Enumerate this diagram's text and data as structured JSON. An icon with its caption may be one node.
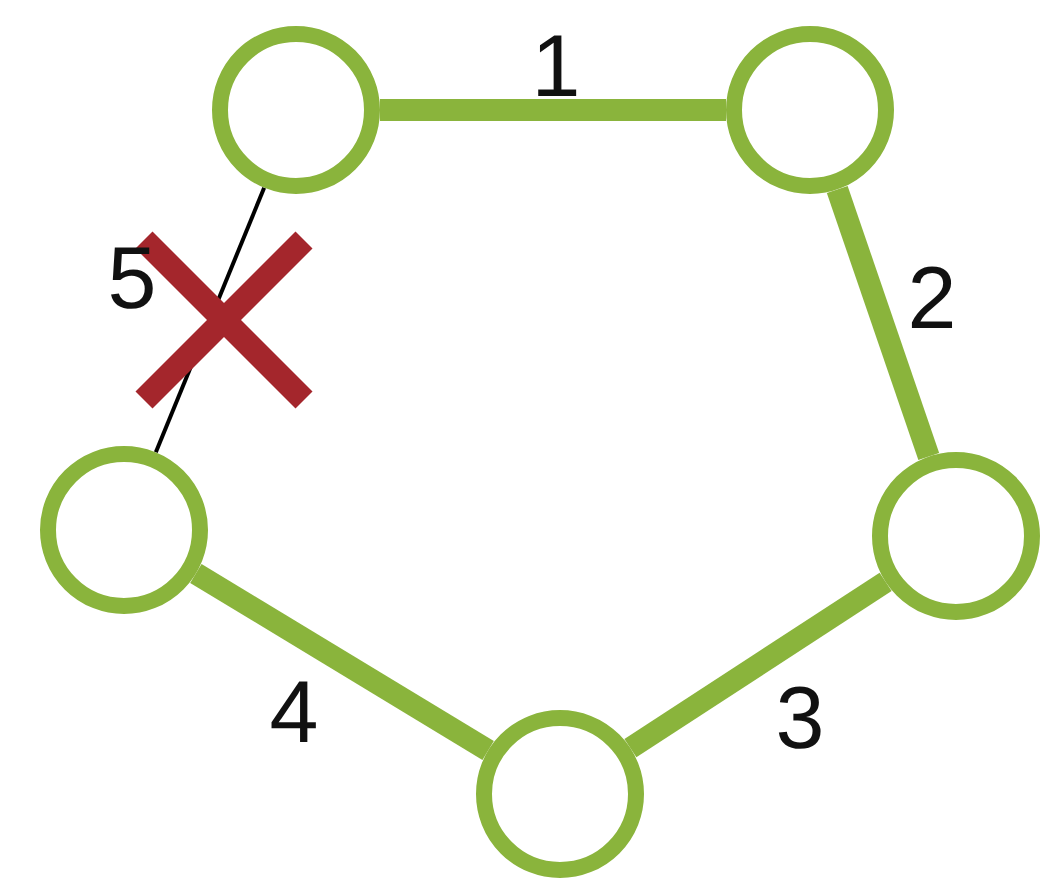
{
  "diagram": {
    "nodes": [
      {
        "text": [],
        "shape": "circle"
      },
      {
        "text": [],
        "shape": "circle"
      },
      {
        "text": [],
        "shape": "circle"
      },
      {
        "text": [],
        "shape": "circle"
      },
      {
        "text": [],
        "shape": "circle"
      }
    ],
    "edges": [
      {
        "from": 0,
        "to": 1,
        "arrow": "none",
        "label": "1"
      },
      {
        "from": 1,
        "to": 2,
        "arrow": "none",
        "label": "2"
      },
      {
        "from": 2,
        "to": 4,
        "arrow": "none",
        "label": "3"
      },
      {
        "from": 4,
        "to": 3,
        "arrow": "none",
        "label": "4"
      },
      {
        "from": 3,
        "to": 0,
        "arrow": "none",
        "label": "5",
        "color": "#000000"
      }
    ]
  }
}
